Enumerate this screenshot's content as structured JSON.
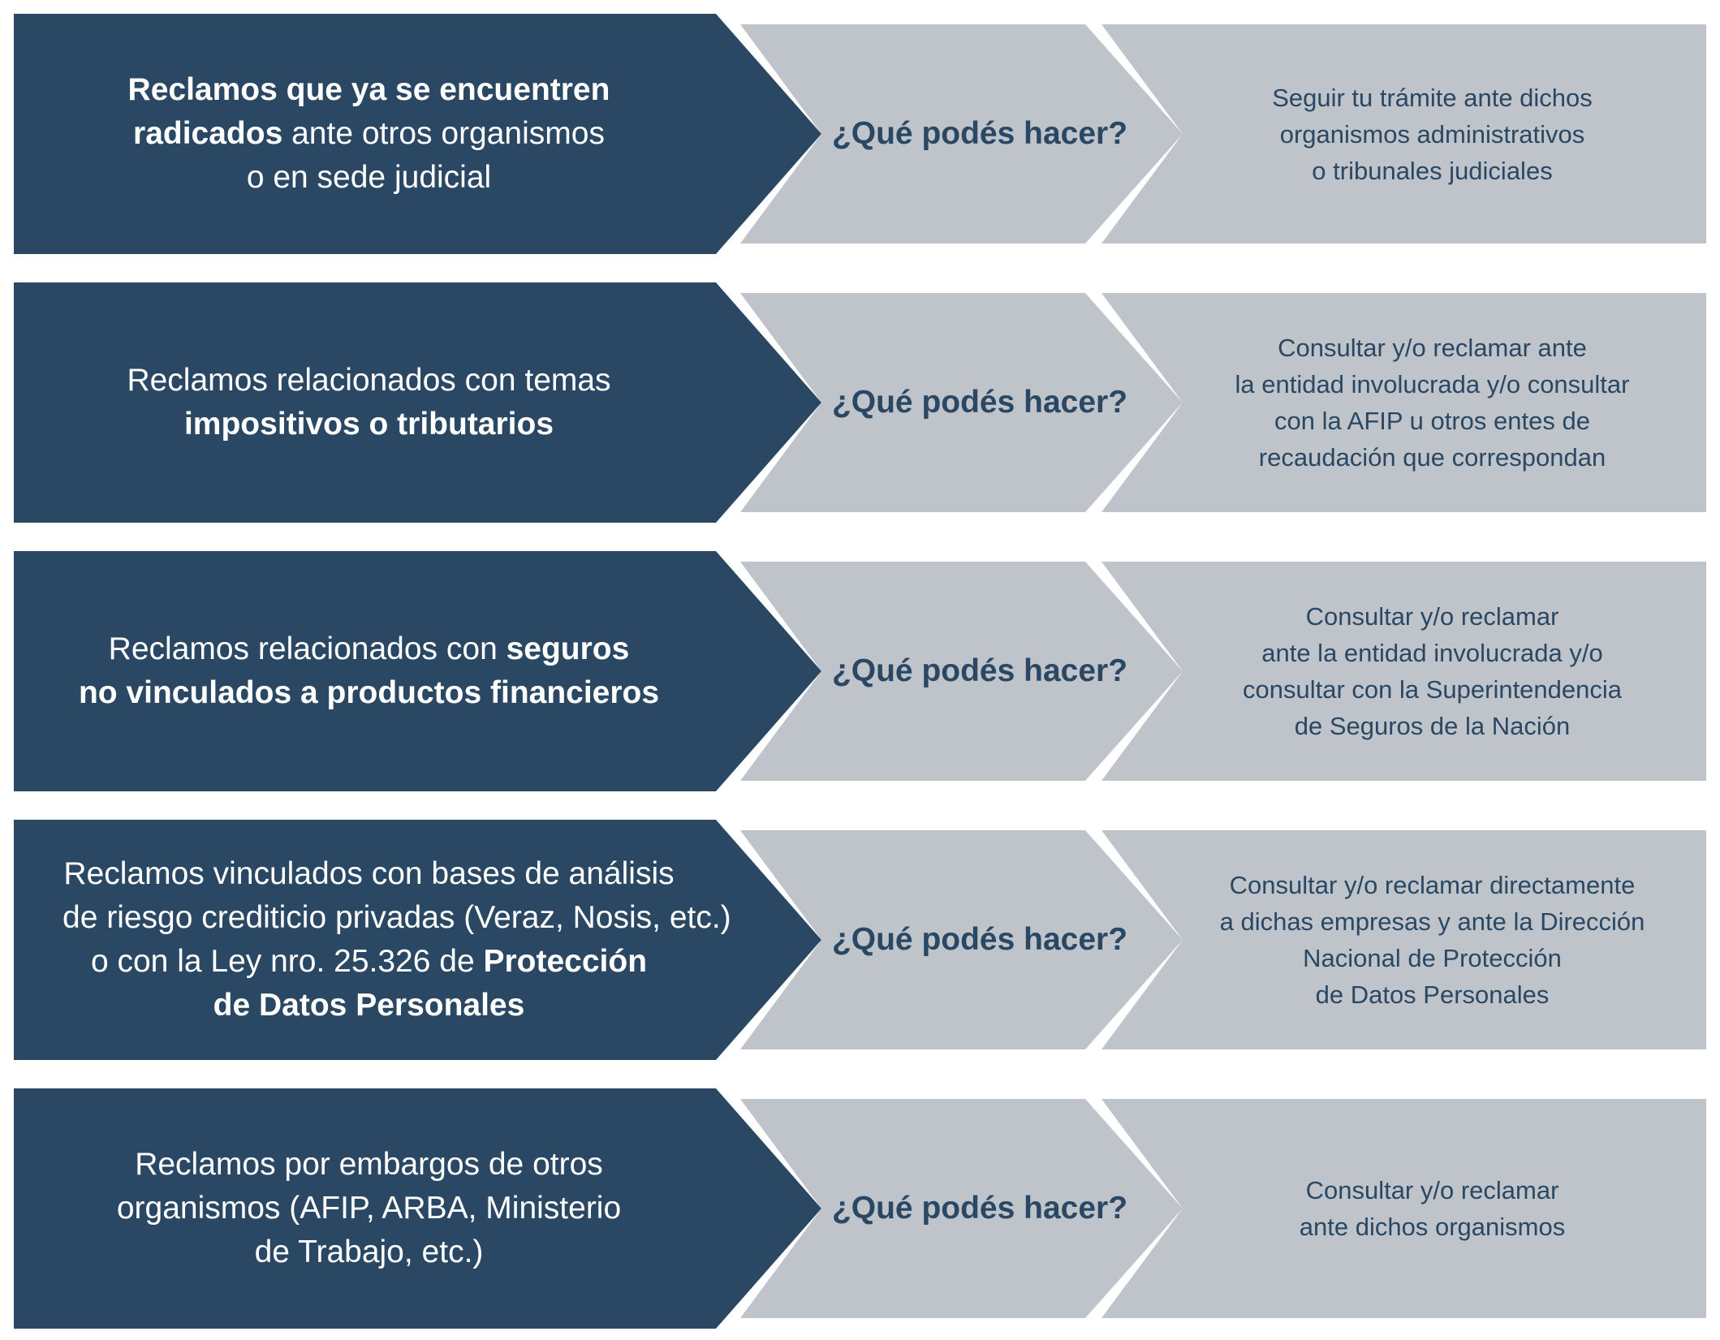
{
  "colors": {
    "dark_navy": "#2a4863",
    "light_gray": "#bec4ca",
    "text_on_dark": "#ffffff",
    "text_on_light": "#2a4863"
  },
  "rows": [
    {
      "left_lines": [
        [
          {
            "t": "Reclamos que ya se encuentren",
            "b": true
          }
        ],
        [
          {
            "t": "radicados",
            "b": true
          },
          {
            "t": " ante otros organismos",
            "b": false
          }
        ],
        [
          {
            "t": "o en sede judicial",
            "b": false
          }
        ]
      ],
      "question": "¿Qué podés hacer?",
      "answer_lines": [
        "Seguir tu trámite ante dichos",
        "organismos administrativos",
        "o tribunales judiciales"
      ]
    },
    {
      "left_lines": [
        [
          {
            "t": "Reclamos relacionados con temas",
            "b": false
          }
        ],
        [
          {
            "t": "impositivos o tributarios",
            "b": true
          }
        ]
      ],
      "question": "¿Qué podés hacer?",
      "answer_lines": [
        "Consultar y/o reclamar ante",
        "la entidad involucrada y/o consultar",
        "con la AFIP u otros entes de",
        "recaudación que correspondan"
      ]
    },
    {
      "left_lines": [
        [
          {
            "t": "Reclamos relacionados con ",
            "b": false
          },
          {
            "t": "seguros",
            "b": true
          }
        ],
        [
          {
            "t": "no vinculados a productos financieros",
            "b": true
          }
        ]
      ],
      "question": "¿Qué podés hacer?",
      "answer_lines": [
        "Consultar y/o reclamar",
        "ante la entidad involucrada y/o",
        "consultar con la Superintendencia",
        "de Seguros de la Nación"
      ]
    },
    {
      "left_lines": [
        [
          {
            "t": "Reclamos vinculados con bases de análisis",
            "b": false
          }
        ],
        [
          {
            "t": "de riesgo crediticio privadas (Veraz, Nosis, etc.)",
            "b": false
          }
        ],
        [
          {
            "t": "o con la Ley nro. 25.326 de ",
            "b": false
          },
          {
            "t": "Protección",
            "b": true
          }
        ],
        [
          {
            "t": "de Datos Personales",
            "b": true
          }
        ]
      ],
      "question": "¿Qué podés hacer?",
      "answer_lines": [
        "Consultar y/o reclamar directamente",
        "a dichas empresas y ante la Dirección",
        "Nacional de Protección",
        "de Datos Personales"
      ]
    },
    {
      "left_lines": [
        [
          {
            "t": "Reclamos por embargos de otros",
            "b": false
          }
        ],
        [
          {
            "t": "organismos (AFIP, ARBA, Ministerio",
            "b": false
          }
        ],
        [
          {
            "t": "de Trabajo, etc.)",
            "b": false
          }
        ]
      ],
      "question": "¿Qué podés hacer?",
      "answer_lines": [
        "Consultar y/o reclamar",
        "ante dichos organismos"
      ]
    }
  ]
}
